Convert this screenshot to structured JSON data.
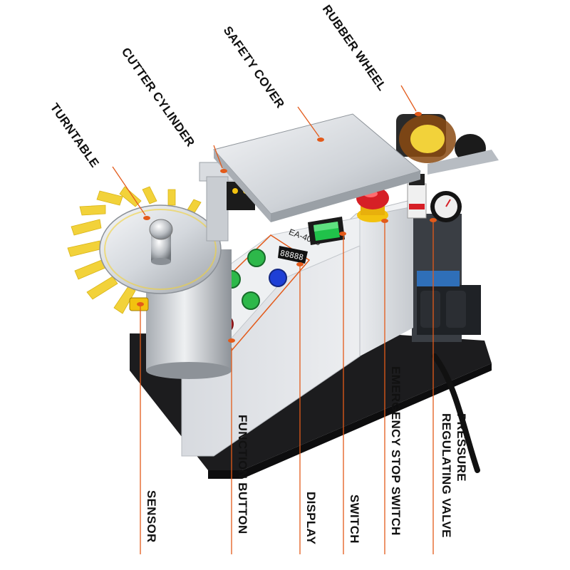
{
  "colors": {
    "leader": "#e35a1a",
    "label_text": "#111111",
    "machine_body": "#e9ebee",
    "base": "#1c1c1e",
    "tape": "#f2d23a",
    "button_green": "#2db84a",
    "button_yellow": "#f0a21b",
    "button_red": "#d9262b",
    "button_blue": "#1e3fd6",
    "switch_green": "#20c24a",
    "estop_red": "#d61f26"
  },
  "machine": {
    "model": "EA-4000",
    "display": "88888"
  },
  "labels": {
    "rubber_wheel": "RUBBER WHEEL",
    "safety_cover": "SAFETY COVER",
    "cutter_cylinder": "CUTTER CYLINDER",
    "turntable": "TURNTABLE",
    "sensor": "SENSOR",
    "function_button": "FUNCTION BUTTON",
    "display": "DISPLAY",
    "switch": "SWITCH",
    "emergency_stop_switch": "EMERGENCY STOP SWITCH",
    "pressure_regulating_valve_line1": "PRESSURE",
    "pressure_regulating_valve_line2": "REGULATING VALVE"
  }
}
